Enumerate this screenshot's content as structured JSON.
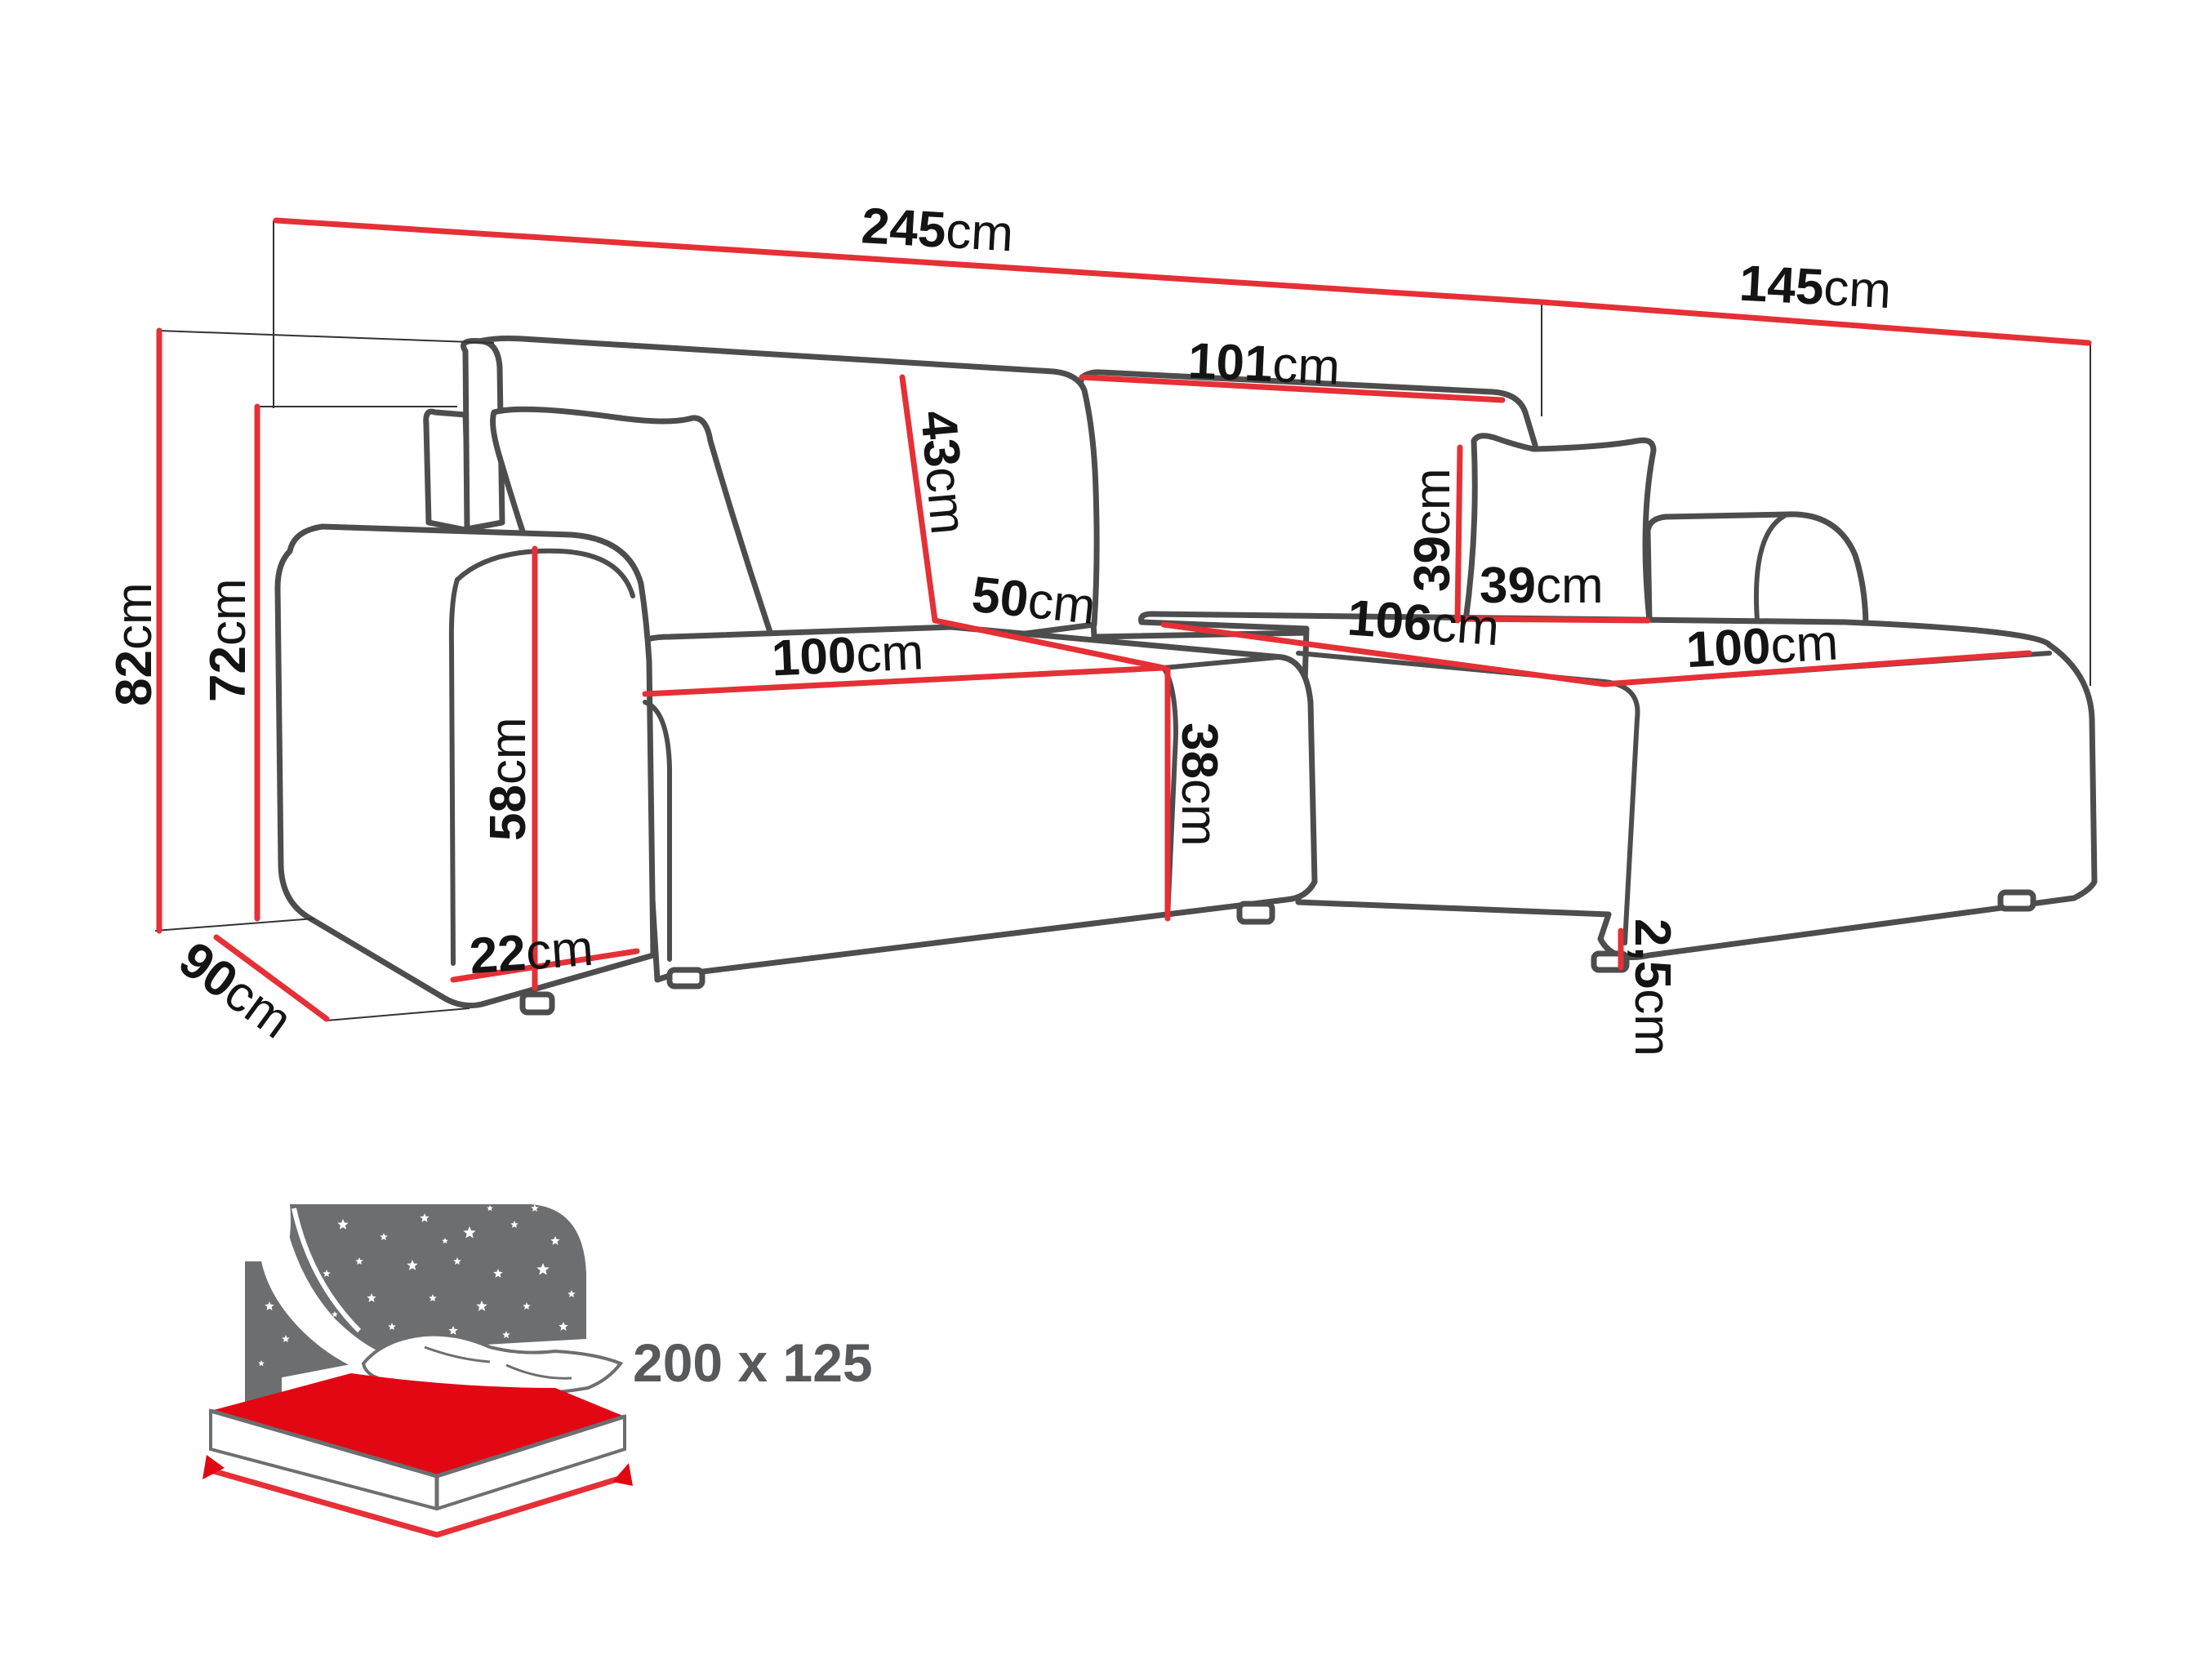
{
  "unit": "cm",
  "dimensions": {
    "total_width": "245",
    "chaise_width": "145",
    "back_width": "101",
    "backrest_height": "43",
    "cushion_height": "39",
    "cushion_width": "39",
    "seat_depth": "50",
    "chaise_seat_length": "106",
    "seat_width_left": "100",
    "seat_width_chaise": "100",
    "total_height": "82",
    "arm_height": "72",
    "arm_side_height": "58",
    "seat_height": "38",
    "arm_width": "22",
    "depth": "90",
    "leg_height": "2,5"
  },
  "bed": {
    "size_label": "200 x 125"
  },
  "colors": {
    "dimension_line": "#e53036",
    "outline": "#4d4d4d",
    "bed_gray": "#6d6e70",
    "mattress_red": "#e30613"
  },
  "icons": [
    "sofa-drawing",
    "sleeping-area-icon",
    "star-icon",
    "pillow-icon"
  ]
}
